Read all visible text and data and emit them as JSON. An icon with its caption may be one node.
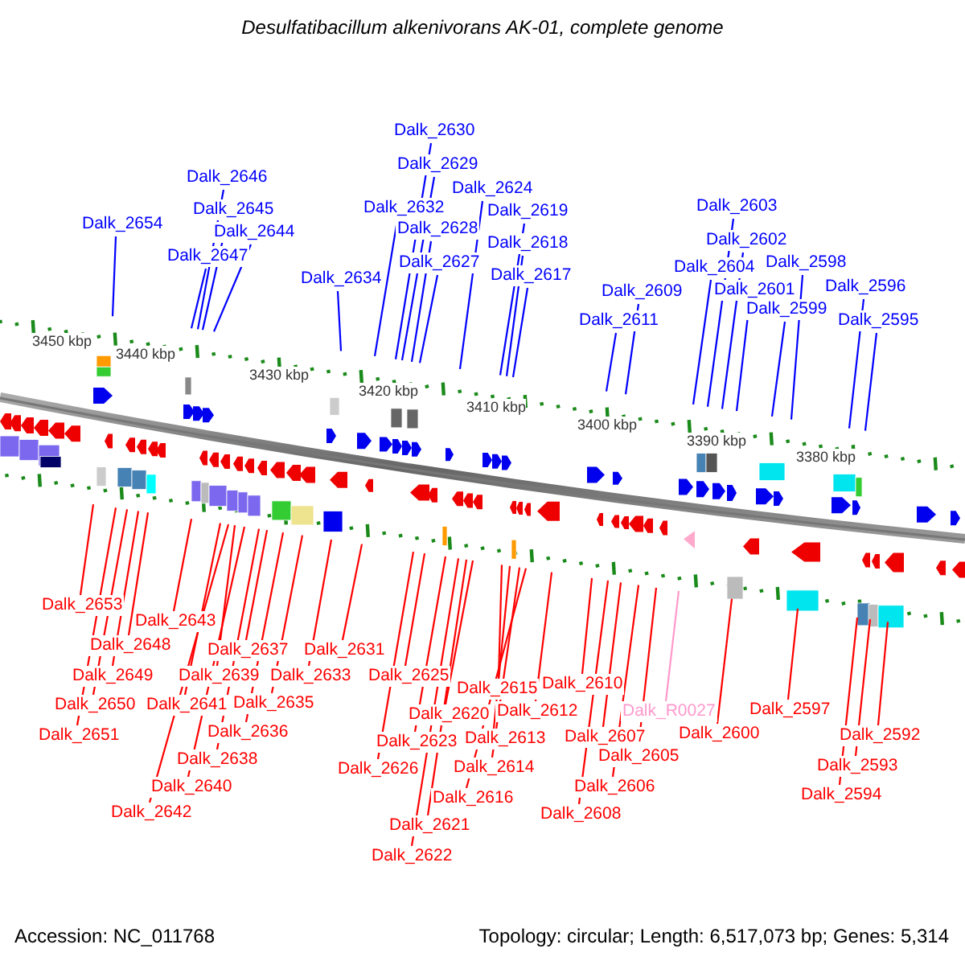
{
  "diagram": {
    "title": "Desulfatibacillum alkenivorans AK-01, complete genome",
    "nodes": [
      {
        "text": [
          "Dalk_2654"
        ]
      },
      {
        "text": [
          "Dalk_2646"
        ]
      },
      {
        "text": [
          "Dalk_2645"
        ]
      },
      {
        "text": [
          "Dalk_2644"
        ]
      },
      {
        "text": [
          "Dalk_2647"
        ]
      },
      {
        "text": [
          "Dalk_2634"
        ]
      },
      {
        "text": [
          "Dalk_2630"
        ]
      },
      {
        "text": [
          "Dalk_2629"
        ]
      },
      {
        "text": [
          "Dalk_2632"
        ]
      },
      {
        "text": [
          "Dalk_2628"
        ]
      },
      {
        "text": [
          "Dalk_2627"
        ]
      },
      {
        "text": [
          "Dalk_2624"
        ]
      },
      {
        "text": [
          "Dalk_2619"
        ]
      },
      {
        "text": [
          "Dalk_2618"
        ]
      },
      {
        "text": [
          "Dalk_2617"
        ]
      },
      {
        "text": [
          "Dalk_2609"
        ]
      },
      {
        "text": [
          "Dalk_2611"
        ]
      },
      {
        "text": [
          "Dalk_2603"
        ]
      },
      {
        "text": [
          "Dalk_2602"
        ]
      },
      {
        "text": [
          "Dalk_2604"
        ]
      },
      {
        "text": [
          "Dalk_2601"
        ]
      },
      {
        "text": [
          "Dalk_2599"
        ]
      },
      {
        "text": [
          "Dalk_2598"
        ]
      },
      {
        "text": [
          "Dalk_2596"
        ]
      },
      {
        "text": [
          "Dalk_2595"
        ]
      },
      {
        "text": [
          "Dalk_2653"
        ]
      },
      {
        "text": [
          "Dalk_2643"
        ]
      },
      {
        "text": [
          "Dalk_2648"
        ]
      },
      {
        "text": [
          "Dalk_2649"
        ]
      },
      {
        "text": [
          "Dalk_2650"
        ]
      },
      {
        "text": [
          "Dalk_2651"
        ]
      },
      {
        "text": [
          "Dalk_2641"
        ]
      },
      {
        "text": [
          "Dalk_2639"
        ]
      },
      {
        "text": [
          "Dalk_2637"
        ]
      },
      {
        "text": [
          "Dalk_2633"
        ]
      },
      {
        "text": [
          "Dalk_2631"
        ]
      },
      {
        "text": [
          "Dalk_2635"
        ]
      },
      {
        "text": [
          "Dalk_2636"
        ]
      },
      {
        "text": [
          "Dalk_2638"
        ]
      },
      {
        "text": [
          "Dalk_2640"
        ]
      },
      {
        "text": [
          "Dalk_2642"
        ]
      },
      {
        "text": [
          "Dalk_2625"
        ]
      },
      {
        "text": [
          "Dalk_2620"
        ]
      },
      {
        "text": [
          "Dalk_2623"
        ]
      },
      {
        "text": [
          "Dalk_2626"
        ]
      },
      {
        "text": [
          "Dalk_2621"
        ]
      },
      {
        "text": [
          "Dalk_2622"
        ]
      },
      {
        "text": [
          "Dalk_2615"
        ]
      },
      {
        "text": [
          "Dalk_2612"
        ]
      },
      {
        "text": [
          "Dalk_2613"
        ]
      },
      {
        "text": [
          "Dalk_2614"
        ]
      },
      {
        "text": [
          "Dalk_2616"
        ]
      },
      {
        "text": [
          "Dalk_2610"
        ]
      },
      {
        "text": [
          "Dalk_2607"
        ]
      },
      {
        "text": [
          "Dalk_2605"
        ]
      },
      {
        "text": [
          "Dalk_2606"
        ]
      },
      {
        "text": [
          "Dalk_2608"
        ]
      },
      {
        "text": [
          "Dalk_R0027"
        ]
      },
      {
        "text": [
          "Dalk_2600"
        ]
      },
      {
        "text": [
          "Dalk_2597"
        ]
      },
      {
        "text": [
          "Dalk_2592"
        ]
      },
      {
        "text": [
          "Dalk_2593"
        ]
      },
      {
        "text": [
          "Dalk_2594"
        ]
      }
    ],
    "edges": [
      {
        "from": 0,
        "to": null,
        "arrow": "none",
        "color": "#0000ff"
      },
      {
        "from": 1,
        "to": null,
        "arrow": "none",
        "color": "#0000ff"
      },
      {
        "from": 2,
        "to": null,
        "arrow": "none",
        "color": "#0000ff"
      },
      {
        "from": 3,
        "to": null,
        "arrow": "none",
        "color": "#0000ff"
      },
      {
        "from": 4,
        "to": null,
        "arrow": "none",
        "color": "#0000ff"
      },
      {
        "from": 5,
        "to": null,
        "arrow": "none",
        "color": "#0000ff"
      },
      {
        "from": 6,
        "to": null,
        "arrow": "none",
        "color": "#0000ff"
      },
      {
        "from": 7,
        "to": null,
        "arrow": "none",
        "color": "#0000ff"
      },
      {
        "from": 8,
        "to": null,
        "arrow": "none",
        "color": "#0000ff"
      },
      {
        "from": 9,
        "to": null,
        "arrow": "none",
        "color": "#0000ff"
      },
      {
        "from": 10,
        "to": null,
        "arrow": "none",
        "color": "#0000ff"
      },
      {
        "from": 11,
        "to": null,
        "arrow": "none",
        "color": "#0000ff"
      },
      {
        "from": 12,
        "to": null,
        "arrow": "none",
        "color": "#0000ff"
      },
      {
        "from": 13,
        "to": null,
        "arrow": "none",
        "color": "#0000ff"
      },
      {
        "from": 14,
        "to": null,
        "arrow": "none",
        "color": "#0000ff"
      },
      {
        "from": 15,
        "to": null,
        "arrow": "none",
        "color": "#0000ff"
      },
      {
        "from": 16,
        "to": null,
        "arrow": "none",
        "color": "#0000ff"
      },
      {
        "from": 17,
        "to": null,
        "arrow": "none",
        "color": "#0000ff"
      },
      {
        "from": 18,
        "to": null,
        "arrow": "none",
        "color": "#0000ff"
      },
      {
        "from": 19,
        "to": null,
        "arrow": "none",
        "color": "#0000ff"
      },
      {
        "from": 20,
        "to": null,
        "arrow": "none",
        "color": "#0000ff"
      },
      {
        "from": 21,
        "to": null,
        "arrow": "none",
        "color": "#0000ff"
      },
      {
        "from": 22,
        "to": null,
        "arrow": "none",
        "color": "#0000ff"
      },
      {
        "from": 23,
        "to": null,
        "arrow": "none",
        "color": "#0000ff"
      },
      {
        "from": 24,
        "to": null,
        "arrow": "none",
        "color": "#0000ff"
      },
      {
        "from": 25,
        "to": null,
        "arrow": "none"
      },
      {
        "from": 26,
        "to": null,
        "arrow": "none"
      },
      {
        "from": 27,
        "to": null,
        "arrow": "none"
      },
      {
        "from": 28,
        "to": null,
        "arrow": "none"
      },
      {
        "from": 29,
        "to": null,
        "arrow": "none"
      },
      {
        "from": 30,
        "to": null,
        "arrow": "none"
      },
      {
        "from": 31,
        "to": null,
        "arrow": "none"
      },
      {
        "from": 32,
        "to": null,
        "arrow": "none"
      },
      {
        "from": 33,
        "to": null,
        "arrow": "none"
      },
      {
        "from": 34,
        "to": null,
        "arrow": "none"
      },
      {
        "from": 35,
        "to": null,
        "arrow": "none"
      },
      {
        "from": 36,
        "to": null,
        "arrow": "none"
      },
      {
        "from": 37,
        "to": null,
        "arrow": "none"
      },
      {
        "from": 38,
        "to": null,
        "arrow": "none"
      },
      {
        "from": 39,
        "to": null,
        "arrow": "none"
      },
      {
        "from": 40,
        "to": null,
        "arrow": "none"
      },
      {
        "from": 41,
        "to": null,
        "arrow": "none"
      },
      {
        "from": 42,
        "to": null,
        "arrow": "none"
      },
      {
        "from": 43,
        "to": null,
        "arrow": "none"
      },
      {
        "from": 44,
        "to": null,
        "arrow": "none"
      },
      {
        "from": 45,
        "to": null,
        "arrow": "none"
      },
      {
        "from": 46,
        "to": null,
        "arrow": "none"
      },
      {
        "from": 47,
        "to": null,
        "arrow": "none"
      },
      {
        "from": 48,
        "to": null,
        "arrow": "none"
      },
      {
        "from": 49,
        "to": null,
        "arrow": "none"
      },
      {
        "from": 50,
        "to": null,
        "arrow": "none"
      },
      {
        "from": 51,
        "to": null,
        "arrow": "none"
      },
      {
        "from": 52,
        "to": null,
        "arrow": "none"
      },
      {
        "from": 53,
        "to": null,
        "arrow": "none"
      },
      {
        "from": 54,
        "to": null,
        "arrow": "none"
      },
      {
        "from": 55,
        "to": null,
        "arrow": "none"
      },
      {
        "from": 56,
        "to": null,
        "arrow": "none"
      },
      {
        "from": 57,
        "to": null,
        "arrow": "none",
        "color": "#ff99cc"
      },
      {
        "from": 58,
        "to": null,
        "arrow": "none"
      },
      {
        "from": 59,
        "to": null,
        "arrow": "none"
      },
      {
        "from": 60,
        "to": null,
        "arrow": "none"
      },
      {
        "from": 61,
        "to": null,
        "arrow": "none"
      },
      {
        "from": 62,
        "to": null,
        "arrow": "none"
      }
    ],
    "labels": [
      "3450 kbp",
      "3440 kbp",
      "3430 kbp",
      "3420 kbp",
      "3410 kbp",
      "3400 kbp",
      "3390 kbp",
      "3380 kbp",
      "Accession: NC_011768",
      "Topology: circular; Length: 6,517,073 bp; Genes: 5,314"
    ]
  }
}
